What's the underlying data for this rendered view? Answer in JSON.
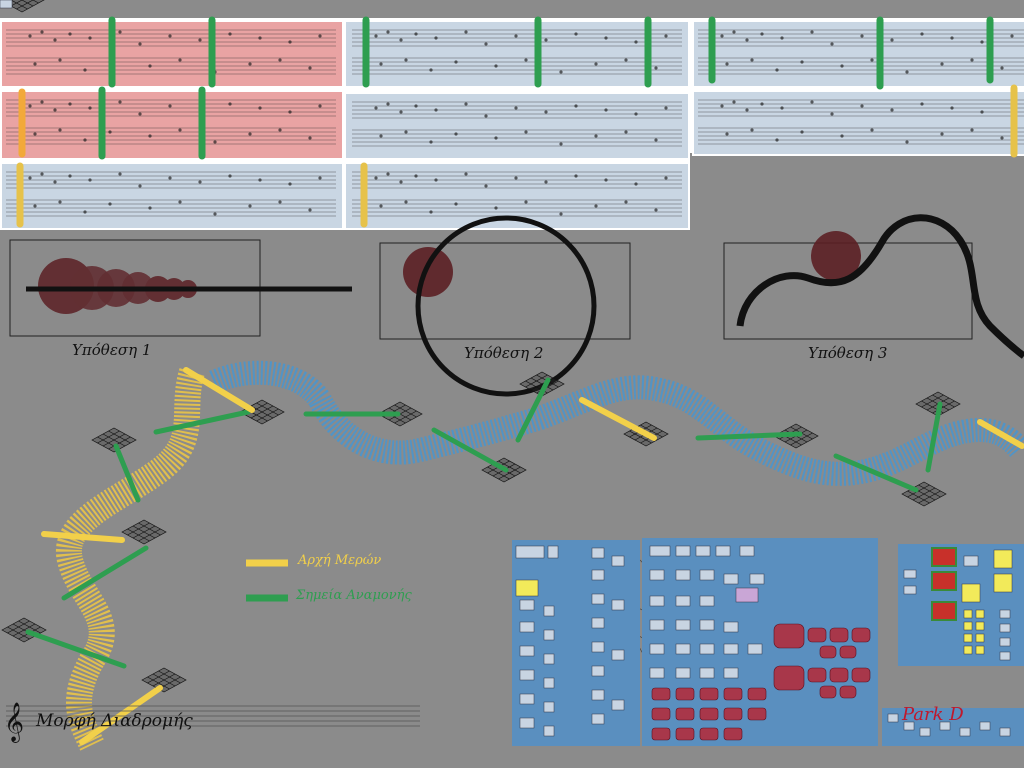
{
  "hypotheses": [
    {
      "label": "Υπόθεση 1"
    },
    {
      "label": "Υπόθεση 2"
    },
    {
      "label": "Υπόθεση 3"
    }
  ],
  "legend": {
    "start_label": "Αρχή Μερών",
    "wait_label": "Σημεία Αναμονής",
    "start_color": "#f2d04a",
    "wait_color": "#2e9e50"
  },
  "title": "Μορφή Διαδρομής",
  "brand": "Park D",
  "colors": {
    "background": "#8b8b8b",
    "score_red": "#e9a3a3",
    "score_blue": "#c9d6e3",
    "path_yellow": "#e6c24a",
    "path_blue": "#4e95c9",
    "node_panel": "#5a8fbf",
    "bubble": "#5b1f24"
  },
  "icons": {
    "clef": "treble-clef-icon"
  }
}
